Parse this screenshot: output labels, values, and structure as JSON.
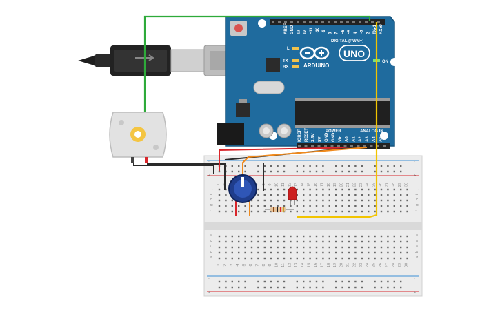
{
  "arduino": {
    "name": "ARDUINO",
    "model": "UNO",
    "digital_header_label": "DIGITAL (PWM~)",
    "analog_header_label": "ANALOG IN",
    "power_header_label": "POWER",
    "on_label": "ON",
    "tx_label": "TX",
    "rx_label": "RX",
    "l_label": "L",
    "digital_pins": [
      "AREF",
      "GND",
      "13",
      "12",
      "~11",
      "~10",
      "~9",
      "8",
      "7",
      "~6",
      "~5",
      "4",
      "~3",
      "2",
      "TX▸1",
      "RX◂0"
    ],
    "power_pins": [
      "IOREF",
      "RESET",
      "3.3V",
      "5V",
      "GND",
      "GND",
      "Vin"
    ],
    "analog_pins": [
      "A0",
      "A1",
      "A2",
      "A3",
      "A4",
      "A5"
    ]
  },
  "breadboard": {
    "column_numbers": [
      "1",
      "2",
      "3",
      "4",
      "5",
      "6",
      "7",
      "8",
      "9",
      "10",
      "11",
      "12",
      "13",
      "14",
      "15",
      "16",
      "17",
      "18",
      "19",
      "20",
      "21",
      "22",
      "23",
      "24",
      "25",
      "26",
      "27",
      "28",
      "29",
      "30"
    ],
    "top_row_letters": [
      "j",
      "i",
      "h",
      "g",
      "f"
    ],
    "bottom_row_letters": [
      "e",
      "d",
      "c",
      "b",
      "a"
    ],
    "rail_plus": "+",
    "rail_minus": "-"
  },
  "colors": {
    "board_blue": "#1f6b9e",
    "board_blue_light": "#2f7fb5",
    "wire_green": "#2eaa3a",
    "wire_yellow": "#f2c400",
    "wire_red": "#d9262b",
    "wire_orange": "#f08a1c",
    "wire_black": "#2a2a2a",
    "led_red": "#cc1f1f",
    "pot_blue": "#1f3d8c"
  }
}
